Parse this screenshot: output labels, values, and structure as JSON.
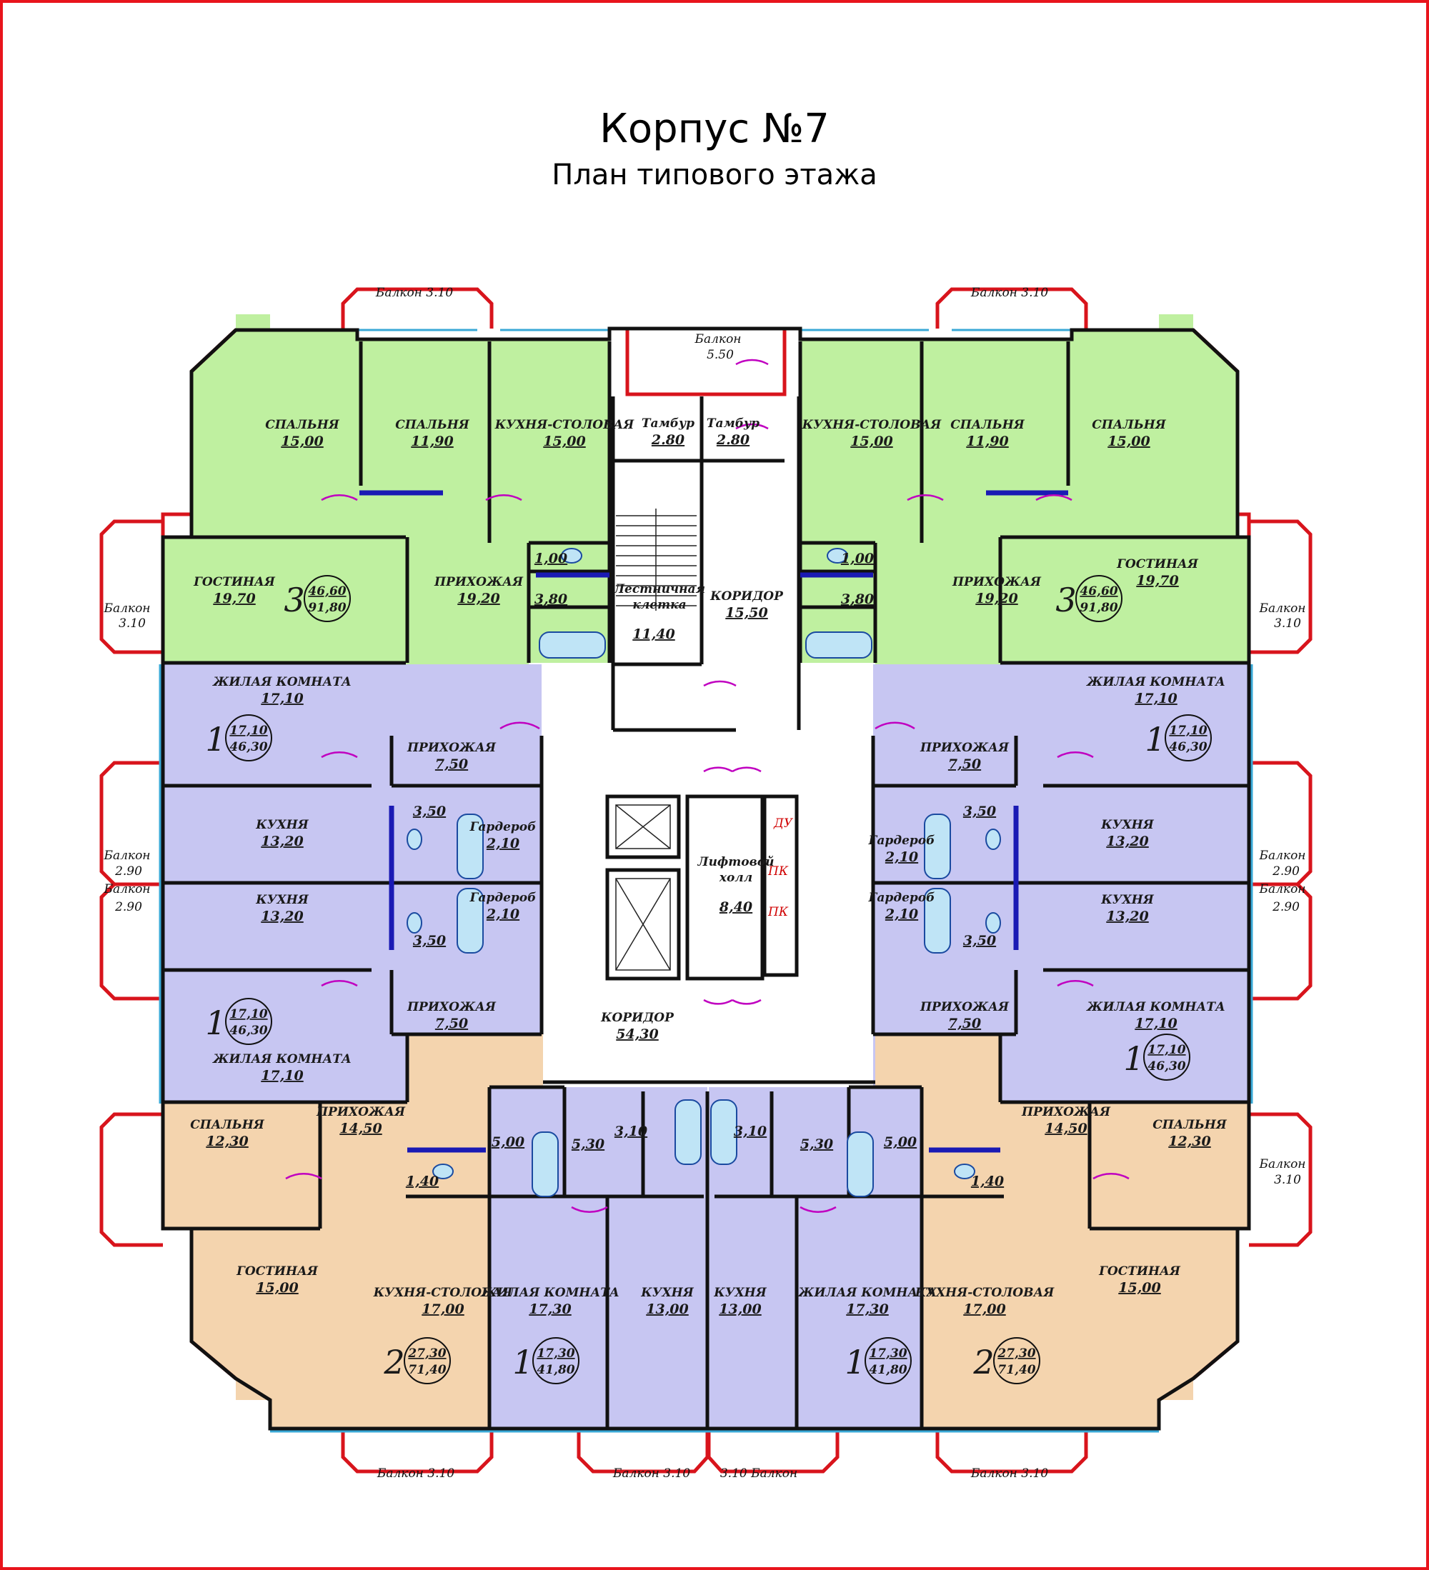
{
  "title": "Корпус №7",
  "subtitle": "План типового этажа",
  "colors": {
    "apt3": "#bff0a0",
    "apt1": "#c7c6f2",
    "apt2": "#f4d4ae",
    "balcony": "#d8141c",
    "door": "#c000c0",
    "wall": "#111111",
    "window": "#39a8d6"
  },
  "rooms": [
    {
      "id": "tl-bed1",
      "name": "СПАЛЬНЯ",
      "area": "15,00"
    },
    {
      "id": "tl-bed2",
      "name": "СПАЛЬНЯ",
      "area": "11,90"
    },
    {
      "id": "tl-kitchen",
      "name": "КУХНЯ-СТОЛОВАЯ",
      "area": "15,00"
    },
    {
      "id": "tl-living",
      "name": "ГОСТИНАЯ",
      "area": "19,70"
    },
    {
      "id": "tl-hall",
      "name": "ПРИХОЖАЯ",
      "area": "19,20"
    },
    {
      "id": "tl-wc",
      "name": "",
      "area": "1,00"
    },
    {
      "id": "tl-bath",
      "name": "",
      "area": "3,80"
    },
    {
      "id": "tamb1",
      "name": "Тамбур",
      "area": "2.80"
    },
    {
      "id": "tamb2",
      "name": "Тамбур",
      "area": "2.80"
    },
    {
      "id": "stairs",
      "name": "Лестничная клетка",
      "area": "11,40"
    },
    {
      "id": "corr-n",
      "name": "КОРИДОР",
      "area": "15,50"
    },
    {
      "id": "tr-kitchen",
      "name": "КУХНЯ-СТОЛОВАЯ",
      "area": "15,00"
    },
    {
      "id": "tr-bed2",
      "name": "СПАЛЬНЯ",
      "area": "11,90"
    },
    {
      "id": "tr-bed1",
      "name": "СПАЛЬНЯ",
      "area": "15,00"
    },
    {
      "id": "tr-living",
      "name": "ГОСТИНАЯ",
      "area": "19,70"
    },
    {
      "id": "tr-hall",
      "name": "ПРИХОЖАЯ",
      "area": "19,20"
    },
    {
      "id": "tr-wc",
      "name": "",
      "area": "1,00"
    },
    {
      "id": "tr-bath",
      "name": "",
      "area": "3,80"
    },
    {
      "id": "l1-living",
      "name": "ЖИЛАЯ КОМНАТА",
      "area": "17,10"
    },
    {
      "id": "l1-hall",
      "name": "ПРИХОЖАЯ",
      "area": "7,50"
    },
    {
      "id": "l1-kitchen",
      "name": "КУХНЯ",
      "area": "13,20"
    },
    {
      "id": "l1-bath",
      "name": "",
      "area": "3,50"
    },
    {
      "id": "l1-ward",
      "name": "Гардероб",
      "area": "2,10"
    },
    {
      "id": "l2-kitchen",
      "name": "КУХНЯ",
      "area": "13,20"
    },
    {
      "id": "l2-bath",
      "name": "",
      "area": "3,50"
    },
    {
      "id": "l2-ward",
      "name": "Гардероб",
      "area": "2,10"
    },
    {
      "id": "l2-hall",
      "name": "ПРИХОЖАЯ",
      "area": "7,50"
    },
    {
      "id": "l2-living",
      "name": "ЖИЛАЯ КОМНАТА",
      "area": "17,10"
    },
    {
      "id": "r1-living",
      "name": "ЖИЛАЯ КОМНАТА",
      "area": "17,10"
    },
    {
      "id": "r1-hall",
      "name": "ПРИХОЖАЯ",
      "area": "7,50"
    },
    {
      "id": "r1-kitchen",
      "name": "КУХНЯ",
      "area": "13,20"
    },
    {
      "id": "r1-bath",
      "name": "",
      "area": "3,50"
    },
    {
      "id": "r1-ward",
      "name": "Гардероб",
      "area": "2,10"
    },
    {
      "id": "r2-kitchen",
      "name": "КУХНЯ",
      "area": "13,20"
    },
    {
      "id": "r2-bath",
      "name": "",
      "area": "3,50"
    },
    {
      "id": "r2-ward",
      "name": "Гардероб",
      "area": "2,10"
    },
    {
      "id": "r2-hall",
      "name": "ПРИХОЖАЯ",
      "area": "7,50"
    },
    {
      "id": "r2-living",
      "name": "ЖИЛАЯ КОМНАТА",
      "area": "17,10"
    },
    {
      "id": "lift-hall",
      "name": "Лифтовой холл",
      "area": "8,40"
    },
    {
      "id": "corr-c",
      "name": "КОРИДОР",
      "area": "54,30"
    },
    {
      "id": "bl-bed",
      "name": "СПАЛЬНЯ",
      "area": "12,30"
    },
    {
      "id": "bl-hall",
      "name": "ПРИХОЖАЯ",
      "area": "14,50"
    },
    {
      "id": "bl-wc",
      "name": "",
      "area": "1,40"
    },
    {
      "id": "bl-bath",
      "name": "",
      "area": "5,00"
    },
    {
      "id": "bl-living",
      "name": "ГОСТИНАЯ",
      "area": "15,00"
    },
    {
      "id": "bl-kitchen",
      "name": "КУХНЯ-СТОЛОВАЯ",
      "area": "17,00"
    },
    {
      "id": "bc1-hall",
      "name": "",
      "area": "5,30"
    },
    {
      "id": "bc1-bath",
      "name": "",
      "area": "3,10"
    },
    {
      "id": "bc1-living",
      "name": "ЖИЛАЯ КОМНАТА",
      "area": "17,30"
    },
    {
      "id": "bc1-kitchen",
      "name": "КУХНЯ",
      "area": "13,00"
    },
    {
      "id": "bc2-bath",
      "name": "",
      "area": "3,10"
    },
    {
      "id": "bc2-hall",
      "name": "",
      "area": "5,30"
    },
    {
      "id": "bc2-kitchen",
      "name": "КУХНЯ",
      "area": "13,00"
    },
    {
      "id": "bc2-living",
      "name": "ЖИЛАЯ КОМНАТА",
      "area": "17,30"
    },
    {
      "id": "br-bath",
      "name": "",
      "area": "5,00"
    },
    {
      "id": "br-wc",
      "name": "",
      "area": "1,40"
    },
    {
      "id": "br-hall",
      "name": "ПРИХОЖАЯ",
      "area": "14,50"
    },
    {
      "id": "br-bed",
      "name": "СПАЛЬНЯ",
      "area": "12,30"
    },
    {
      "id": "br-kitchen",
      "name": "КУХНЯ-СТОЛОВАЯ",
      "area": "17,00"
    },
    {
      "id": "br-living",
      "name": "ГОСТИНАЯ",
      "area": "15,00"
    }
  ],
  "apartments": [
    {
      "id": "apt-tl",
      "rooms": "3",
      "living": "46,60",
      "total": "91,80"
    },
    {
      "id": "apt-tr",
      "rooms": "3",
      "living": "46,60",
      "total": "91,80"
    },
    {
      "id": "apt-l1",
      "rooms": "1",
      "living": "17,10",
      "total": "46,30"
    },
    {
      "id": "apt-r1",
      "rooms": "1",
      "living": "17,10",
      "total": "46,30"
    },
    {
      "id": "apt-l2",
      "rooms": "1",
      "living": "17,10",
      "total": "46,30"
    },
    {
      "id": "apt-r2",
      "rooms": "1",
      "living": "17,10",
      "total": "46,30"
    },
    {
      "id": "apt-bc1",
      "rooms": "1",
      "living": "17,30",
      "total": "41,80"
    },
    {
      "id": "apt-bc2",
      "rooms": "1",
      "living": "17,30",
      "total": "41,80"
    },
    {
      "id": "apt-bl",
      "rooms": "2",
      "living": "27,30",
      "total": "71,40"
    },
    {
      "id": "apt-br",
      "rooms": "2",
      "living": "27,30",
      "total": "71,40"
    }
  ],
  "balconies": [
    {
      "id": "b-top-l",
      "text": "Балкон 3.10"
    },
    {
      "id": "b-top-r",
      "text": "Балкон 3.10"
    },
    {
      "id": "b-top-c-name",
      "text": "Балкон"
    },
    {
      "id": "b-top-c-area",
      "text": "5.50"
    },
    {
      "id": "b-left-top-name",
      "text": "Балкон"
    },
    {
      "id": "b-left-top-area",
      "text": "3.10"
    },
    {
      "id": "b-right-top-name",
      "text": "Балкон"
    },
    {
      "id": "b-right-top-area",
      "text": "3.10"
    },
    {
      "id": "b-left-mid1-name",
      "text": "Балкон"
    },
    {
      "id": "b-left-mid1-area",
      "text": "2.90"
    },
    {
      "id": "b-left-mid2-name",
      "text": "Балкон"
    },
    {
      "id": "b-left-mid2-area",
      "text": "2.90"
    },
    {
      "id": "b-right-mid1-name",
      "text": "Балкон"
    },
    {
      "id": "b-right-mid1-area",
      "text": "2.90"
    },
    {
      "id": "b-right-mid2-name",
      "text": "Балкон"
    },
    {
      "id": "b-right-mid2-area",
      "text": "2.90"
    },
    {
      "id": "b-right-bot-name",
      "text": "Балкон"
    },
    {
      "id": "b-right-bot-area",
      "text": "3.10"
    },
    {
      "id": "b-bot-l",
      "text": "Балкон 3.10"
    },
    {
      "id": "b-bot-cl",
      "text": "Балкон 3.10"
    },
    {
      "id": "b-bot-cr",
      "text": "3.10 Балкон"
    },
    {
      "id": "b-bot-r",
      "text": "Балкон 3.10"
    }
  ],
  "markers": {
    "du": "ДУ",
    "pk1": "ПК",
    "pk2": "ПК"
  }
}
